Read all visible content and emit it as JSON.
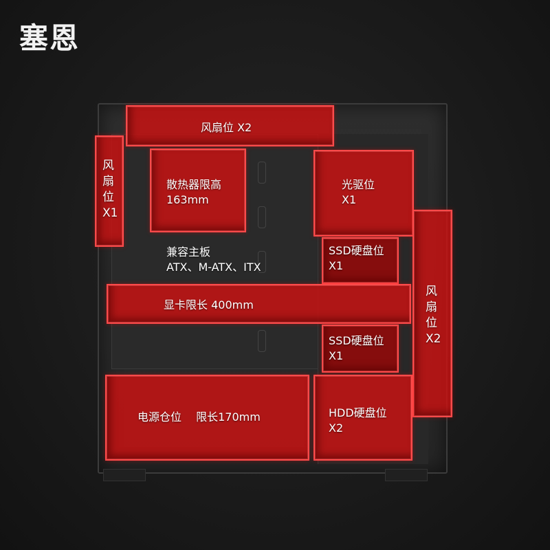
{
  "brand": "塞恩",
  "zones": {
    "top_fan": {
      "text": "风扇位 X2"
    },
    "left_fan": {
      "lines": [
        "风",
        "扇",
        "位",
        "X1"
      ]
    },
    "cooler": {
      "line1": "散热器限高",
      "line2": "163mm"
    },
    "optical": {
      "line1": "光驱位",
      "line2": "X1"
    },
    "motherboard": {
      "line1": "兼容主板",
      "line2": "ATX、M-ATX、ITX"
    },
    "ssd1": {
      "line1": "SSD硬盘位",
      "line2": "X1"
    },
    "gpu": {
      "text": "显卡限长 400mm"
    },
    "right_fan": {
      "lines": [
        "风",
        "扇",
        "位",
        "X2"
      ]
    },
    "ssd2": {
      "line1": "SSD硬盘位",
      "line2": "X1"
    },
    "psu": {
      "text": "电源仓位　 限长170mm"
    },
    "hdd": {
      "line1": "HDD硬盘位",
      "line2": "X2"
    }
  },
  "colors": {
    "zone_fill": "#cd1212",
    "zone_border": "#ff4a4a",
    "background": "#1a1a1a"
  }
}
